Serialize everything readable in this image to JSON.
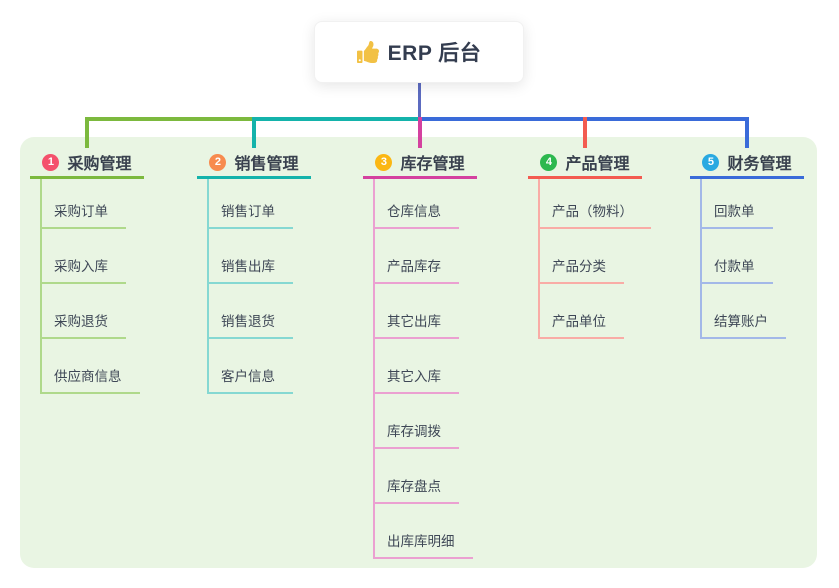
{
  "root": {
    "title": "ERP 后台",
    "icon": "thumbs-up-icon",
    "icon_color": "#F2C144",
    "title_color": "#333C4F",
    "card_bg": "#FFFFFF"
  },
  "canvas": {
    "panel_bg": "#E9F5E3",
    "stem_color": "#5C6BC0",
    "child_text_color": "#3E4756",
    "label_text_color": "#39414E"
  },
  "branches": [
    {
      "badge": "1",
      "label": "采购管理",
      "badge_color": "#F4516C",
      "line_color": "#7CB93E",
      "child_line_color": "#AFD98B",
      "children": [
        "采购订单",
        "采购入库",
        "采购退货",
        "供应商信息"
      ]
    },
    {
      "badge": "2",
      "label": "销售管理",
      "badge_color": "#F78B4E",
      "line_color": "#14B3AB",
      "child_line_color": "#85D8D2",
      "children": [
        "销售订单",
        "销售出库",
        "销售退货",
        "客户信息"
      ]
    },
    {
      "badge": "3",
      "label": "库存管理",
      "badge_color": "#FBB713",
      "line_color": "#D4419F",
      "child_line_color": "#EBA0D1",
      "children": [
        "仓库信息",
        "产品库存",
        "其它出库",
        "其它入库",
        "库存调拨",
        "库存盘点",
        "出库库明细"
      ]
    },
    {
      "badge": "4",
      "label": "产品管理",
      "badge_color": "#2DB84F",
      "line_color": "#F35B50",
      "child_line_color": "#F9ACA6",
      "children": [
        "产品（物料）",
        "产品分类",
        "产品单位"
      ]
    },
    {
      "badge": "5",
      "label": "财务管理",
      "badge_color": "#29A9E1",
      "line_color": "#3A6BD9",
      "child_line_color": "#A3B8E8",
      "children": [
        "回款单",
        "付款单",
        "结算账户"
      ]
    }
  ]
}
